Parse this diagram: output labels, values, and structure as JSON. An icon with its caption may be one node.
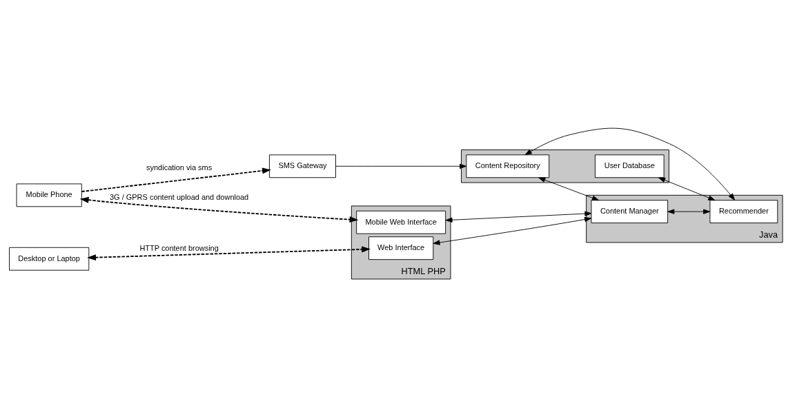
{
  "diagram": {
    "nodes": [
      {
        "text": [
          "Mobile Phone"
        ]
      },
      {
        "text": [
          "SMS Gateway"
        ]
      },
      {
        "text": [],
        "shape": "box"
      },
      {
        "text": [
          "Content Repository"
        ],
        "in": 2
      },
      {
        "text": [
          "User Database"
        ],
        "in": 2
      },
      {
        "text": [
          "HTML PHP"
        ]
      },
      {
        "text": [
          "Mobile Web Interface"
        ],
        "in": 5
      },
      {
        "text": [
          "Web Interface"
        ],
        "in": 5
      },
      {
        "text": [
          "Java"
        ]
      },
      {
        "text": [
          "Content Manager"
        ],
        "in": 8
      },
      {
        "text": [
          "Recommender"
        ],
        "in": 8
      },
      {
        "text": [
          "Desktop or Laptop"
        ]
      }
    ],
    "edges": [
      {
        "from": 0,
        "to": 1,
        "arrow": "to",
        "style": "dashed",
        "label": "syndication via sms"
      },
      {
        "from": 1,
        "to": 3,
        "arrow": "to"
      },
      {
        "from": 3,
        "to": 9,
        "arrow": "both"
      },
      {
        "from": 3,
        "to": 10,
        "arrow": "both"
      },
      {
        "from": 4,
        "to": 10,
        "arrow": "both"
      },
      {
        "from": 0,
        "to": 6,
        "arrow": "both",
        "style": "dashed",
        "label": "3G / GPRS content upload and download"
      },
      {
        "from": 6,
        "to": 9,
        "arrow": "both"
      },
      {
        "from": 11,
        "to": 7,
        "arrow": "both",
        "style": "dashed",
        "label": "HTTP content browsing"
      },
      {
        "from": 7,
        "to": 9,
        "arrow": "both"
      },
      {
        "from": 9,
        "to": 10,
        "arrow": "both"
      }
    ]
  }
}
